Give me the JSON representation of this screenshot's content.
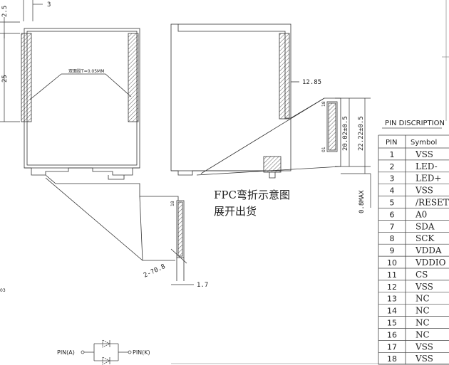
{
  "dimensions": {
    "top_width": "3",
    "top_offset": "2.5",
    "side_length": "25",
    "fpc_extend": "12.85",
    "pitch_a": "20.02±0.5",
    "pitch_b": "22.22±0.5",
    "max_thickness": "0.8MAX",
    "lead_spacing": "2-?0.8",
    "lead_width": "1.7",
    "left_ref": "03"
  },
  "notes": {
    "adhesive": "双面胶T=0.05MM",
    "fpc_line1": "FPC弯折示意图",
    "fpc_line2": "展开出货",
    "marker_a": "18",
    "marker_b": "01",
    "marker_c": "18"
  },
  "diode": {
    "pin_a": "PIN(A)",
    "pin_k": "PIN(K)"
  },
  "pin_table": {
    "title": "PIN DISCRIPTION",
    "col_pin": "PIN",
    "col_symbol": "Symbol",
    "rows": [
      {
        "pin": "1",
        "symbol": "VSS"
      },
      {
        "pin": "2",
        "symbol": "LED-"
      },
      {
        "pin": "3",
        "symbol": "LED+"
      },
      {
        "pin": "4",
        "symbol": "VSS"
      },
      {
        "pin": "5",
        "symbol": "/RESET"
      },
      {
        "pin": "6",
        "symbol": "A0"
      },
      {
        "pin": "7",
        "symbol": "SDA"
      },
      {
        "pin": "8",
        "symbol": "SCK"
      },
      {
        "pin": "9",
        "symbol": "VDDA"
      },
      {
        "pin": "10",
        "symbol": "VDDIO"
      },
      {
        "pin": "11",
        "symbol": "CS"
      },
      {
        "pin": "12",
        "symbol": "VSS"
      },
      {
        "pin": "13",
        "symbol": "NC"
      },
      {
        "pin": "14",
        "symbol": "NC"
      },
      {
        "pin": "15",
        "symbol": "NC"
      },
      {
        "pin": "16",
        "symbol": "NC"
      },
      {
        "pin": "17",
        "symbol": "VSS"
      },
      {
        "pin": "18",
        "symbol": "VSS"
      }
    ]
  }
}
